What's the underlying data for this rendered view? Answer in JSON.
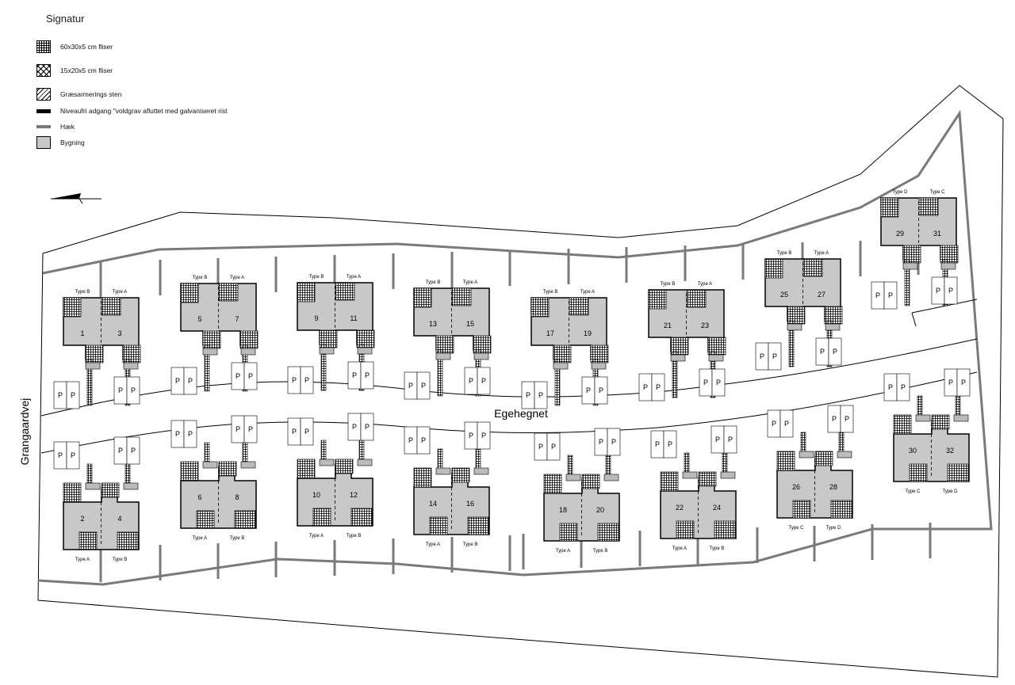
{
  "legend": {
    "title": "Signatur",
    "items": [
      {
        "key": "grid",
        "label": "60x30x5 cm fliser"
      },
      {
        "key": "cross",
        "label": "15x20x5 cm fliser"
      },
      {
        "key": "diag",
        "label": "Græsarmerings sten"
      },
      {
        "key": "black",
        "label": "Niveaufri adgang \"voldgrav afluttet med galvaniseret rist"
      },
      {
        "key": "grey",
        "label": "Hæk"
      },
      {
        "key": "bldg",
        "label": "Bygning"
      }
    ]
  },
  "colors": {
    "building": "#c8c8c8",
    "hedge": "#7a7a7a",
    "line": "#000000"
  },
  "road_name": "Egehegnet",
  "side_road_name": "Grangaardvej",
  "parking_label": "P",
  "north_row": [
    {
      "left": "1",
      "right": "3",
      "type_left": "Type B",
      "type_right": "Type A"
    },
    {
      "left": "5",
      "right": "7",
      "type_left": "Type B",
      "type_right": "Type A"
    },
    {
      "left": "9",
      "right": "11",
      "type_left": "Type B",
      "type_right": "Type A"
    },
    {
      "left": "13",
      "right": "15",
      "type_left": "Type B",
      "type_right": "Type A"
    },
    {
      "left": "17",
      "right": "19",
      "type_left": "Type B",
      "type_right": "Type A"
    },
    {
      "left": "21",
      "right": "23",
      "type_left": "Type B",
      "type_right": "Type A"
    },
    {
      "left": "25",
      "right": "27",
      "type_left": "Type B",
      "type_right": "Type A"
    },
    {
      "left": "29",
      "right": "31",
      "type_left": "Type D",
      "type_right": "Type C"
    }
  ],
  "south_row": [
    {
      "left": "2",
      "right": "4",
      "type_left": "Type A",
      "type_right": "Type B"
    },
    {
      "left": "6",
      "right": "8",
      "type_left": "Type A",
      "type_right": "Type B"
    },
    {
      "left": "10",
      "right": "12",
      "type_left": "Type A",
      "type_right": "Type B"
    },
    {
      "left": "14",
      "right": "16",
      "type_left": "Type A",
      "type_right": "Type B"
    },
    {
      "left": "18",
      "right": "20",
      "type_left": "Type A",
      "type_right": "Type B"
    },
    {
      "left": "22",
      "right": "24",
      "type_left": "Type A",
      "type_right": "Type B"
    },
    {
      "left": "26",
      "right": "28",
      "type_left": "Type C",
      "type_right": "Type D"
    },
    {
      "left": "30",
      "right": "32",
      "type_left": "Type C",
      "type_right": "Type D"
    }
  ]
}
